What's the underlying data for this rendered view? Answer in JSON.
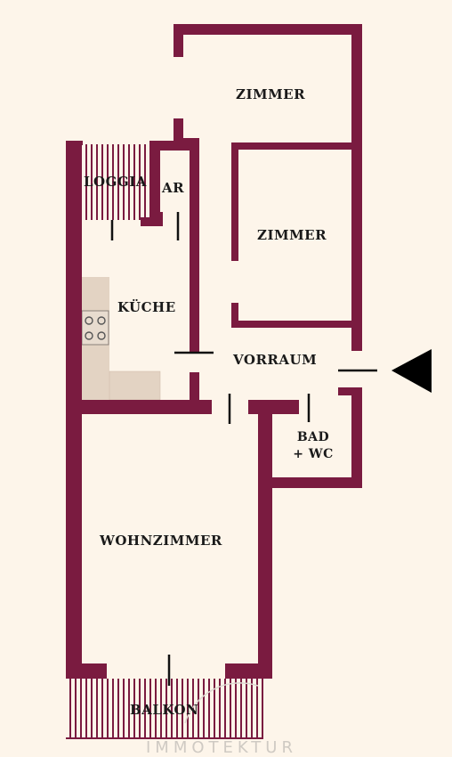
{
  "rooms": {
    "zimmer_top": "ZIMMER",
    "zimmer_inner": "ZIMMER",
    "loggia": "LOGGIA",
    "ar": "AR",
    "kueche": "KÜCHE",
    "vorraum": "VORRAUM",
    "bad_line1": "BAD",
    "bad_line2": "+ WC",
    "wohnzimmer": "WOHNZIMMER",
    "balkon": "BALKON"
  },
  "watermark": "IMMOTEKTUR",
  "colors": {
    "wall": "#7a1b40",
    "background": "#fdf5ea",
    "kitchen_counter": "#e3d3c3",
    "hatch": "#7a1b40",
    "entrance_arrow": "#000000"
  },
  "icons": {
    "entrance": "entrance-arrow-icon",
    "stove": "stove-icon"
  }
}
